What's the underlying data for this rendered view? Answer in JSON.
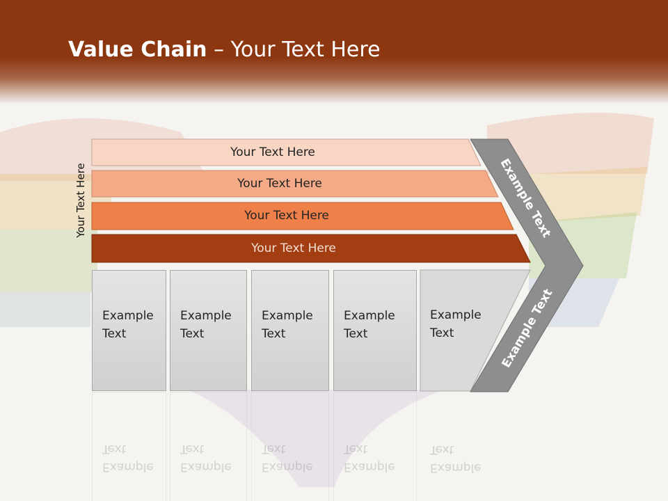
{
  "title": {
    "bold": "Value Chain",
    "rest": " – Your Text Here"
  },
  "side_label": "Your Text Here",
  "rows": [
    {
      "label": "Your Text Here",
      "fill": "#f9d5c3",
      "text_color": "#222222"
    },
    {
      "label": "Your Text Here",
      "fill": "#f4aa86",
      "text_color": "#222222"
    },
    {
      "label": "Your Text Here",
      "fill": "#ef8049",
      "text_color": "#222222"
    },
    {
      "label": "Your Text Here",
      "fill": "#a33e12",
      "text_color": "#f2e0d6"
    }
  ],
  "boxes": [
    {
      "line1": "Example",
      "line2": "Text"
    },
    {
      "line1": "Example",
      "line2": "Text"
    },
    {
      "line1": "Example",
      "line2": "Text"
    },
    {
      "line1": "Example",
      "line2": "Text"
    },
    {
      "line1": "Example",
      "line2": "Text"
    }
  ],
  "chevron": {
    "top_text": "Example Text",
    "bottom_text": "Example Text",
    "fill": "#8e8e8e"
  },
  "colors": {
    "header": "#8c3710"
  }
}
